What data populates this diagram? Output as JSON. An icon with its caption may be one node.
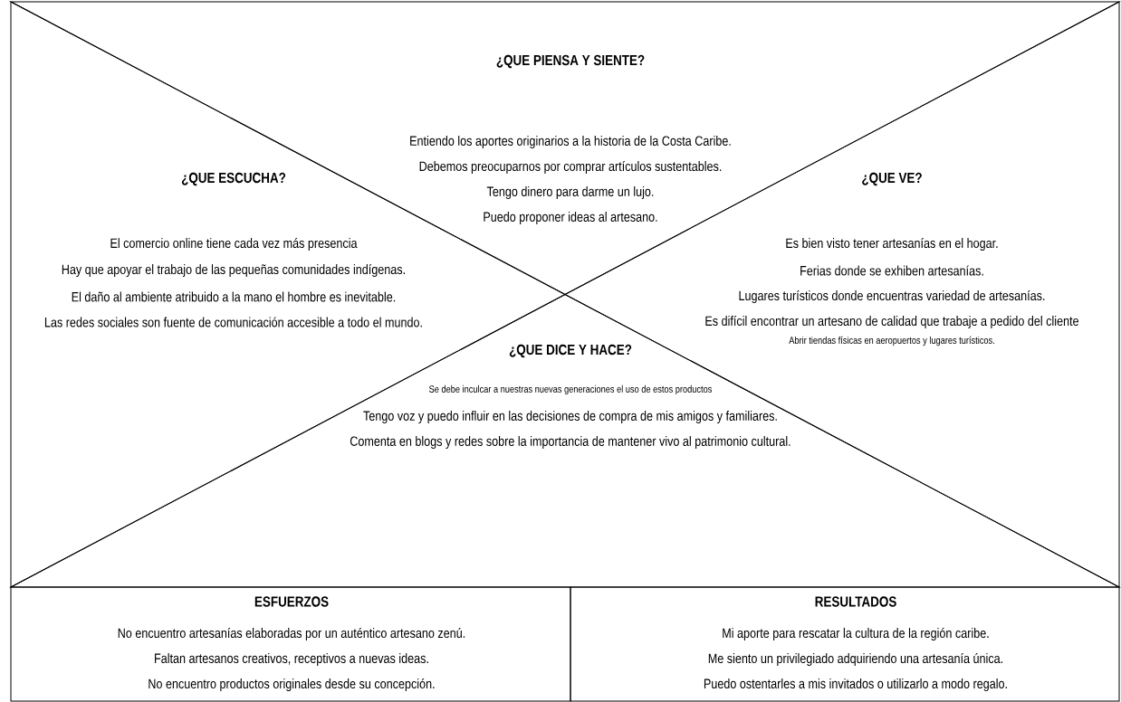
{
  "diagram": {
    "nodes": [
      {
        "text": [
          "¿QUE PIENSA Y SIENTE?",
          "Entiendo los aportes originarios a la historia de la Costa Caribe.",
          "Debemos preocuparnos por comprar artículos sustentables.",
          "Tengo dinero para darme un lujo.",
          "Puedo proponer ideas al artesano."
        ]
      },
      {
        "text": [
          "¿QUE ESCUCHA?",
          "El comercio online tiene cada vez más presencia",
          "Hay que apoyar el trabajo de las pequeñas comunidades indígenas.",
          "El daño al ambiente atribuido a la mano el hombre es inevitable.",
          "Las redes sociales son fuente de comunicación accesible a todo el mundo."
        ]
      },
      {
        "text": [
          "¿QUE VE?",
          "Es bien visto tener artesanías en el hogar.",
          "Ferias donde se exhiben artesanías.",
          "Lugares turísticos donde encuentras variedad de artesanías.",
          "Es difícil encontrar un artesano de calidad que trabaje a pedido del cliente",
          "Abrir tiendas físicas en aeropuertos y lugares turísticos."
        ]
      },
      {
        "text": [
          "¿QUE DICE Y HACE?",
          "Se debe inculcar a nuestras nuevas generaciones el uso de estos productos",
          "Tengo voz y puedo influir en las decisiones de compra de mis amigos y familiares.",
          "Comenta en blogs y redes sobre la importancia de mantener vivo al patrimonio cultural."
        ]
      },
      {
        "text": [
          "ESFUERZOS",
          "No encuentro artesanías elaboradas por un auténtico artesano zenú.",
          "Faltan artesanos creativos, receptivos a nuevas ideas.",
          "No encuentro productos originales desde su concepción."
        ]
      },
      {
        "text": [
          "RESULTADOS",
          "Mi aporte para rescatar la cultura de la región caribe.",
          "Me siento un privilegiado adquiriendo una artesanía única.",
          "Puedo ostentarles a mis invitados o utilizarlo a modo regalo."
        ]
      }
    ]
  }
}
